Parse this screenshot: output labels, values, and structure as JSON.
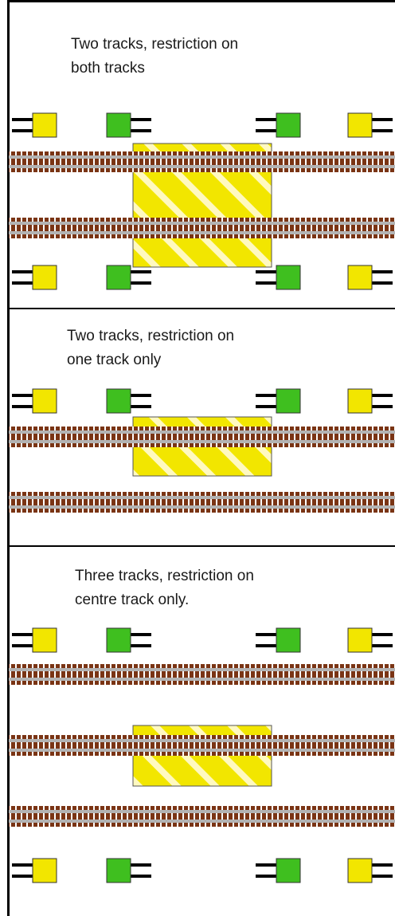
{
  "panels": [
    {
      "caption_lines": [
        "Two tracks, restriction on",
        "both tracks"
      ],
      "tracks": 2,
      "restricted_tracks": [
        1,
        2
      ]
    },
    {
      "caption_lines": [
        "Two tracks, restriction on",
        "one track only"
      ],
      "tracks": 2,
      "restricted_tracks": [
        1
      ]
    },
    {
      "caption_lines": [
        "Three tracks, restriction on",
        "centre track only."
      ],
      "tracks": 3,
      "restricted_tracks": [
        2
      ]
    }
  ],
  "signal_aspects": {
    "outer": "caution",
    "inner": "clear"
  },
  "colors": {
    "caution_signal": "#f2e600",
    "clear_signal": "#3fbf1f",
    "restriction_fill": "#f2e600",
    "restriction_stripe": "#fff9c0",
    "sleeper": "#7a3414",
    "rail": "#b3b3b3",
    "border": "#000000",
    "divider": "#000000"
  },
  "icons": {
    "signal": "signal-head-icon",
    "track": "railway-track-icon",
    "restriction": "speed-restriction-zone-icon"
  }
}
